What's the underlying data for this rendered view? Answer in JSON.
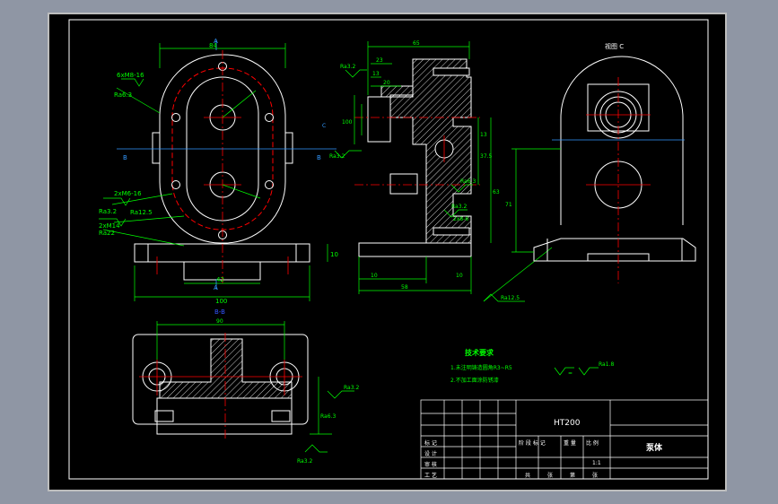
{
  "colors": {
    "background": "#8f96a4",
    "sheet": "#000000",
    "outline": "#ffffff",
    "dimension": "#00ff00",
    "centerline": "#ff0000",
    "hatch": "#ffffff",
    "section_label": "#3355ff",
    "title": "#ffffff"
  },
  "views": {
    "front": {
      "section_top": "A",
      "section_bottom": "A",
      "section_left": "B",
      "section_right": "B",
      "dims": {
        "top": "84",
        "holes": "6xM8-16",
        "roughness": "Ra6.3",
        "rough2": "2xM6-16",
        "rough3": "Ra12.5",
        "rough4": "Ra3.2",
        "rough5": "2xM14",
        "rough6": "Ra22",
        "bottom_inner": "42",
        "bottom_outer": "100",
        "right_height": "10"
      }
    },
    "side": {
      "label_c": "C",
      "dims": {
        "top_width": "65",
        "w23": "23",
        "w13": "13",
        "w20": "20",
        "h100": "100",
        "h13": "13",
        "h37": "37.5",
        "h63": "63",
        "b10a": "10",
        "b10b": "10",
        "b58": "58",
        "r1": "Ra3.2",
        "r2": "Ra3.2",
        "r3": "Ra6.3",
        "r4": "Ra3.2",
        "r5": "Ra12.5",
        "r6": "2x8-6"
      }
    },
    "view_c": {
      "title": "视图 C",
      "height": "71"
    },
    "section_bb": {
      "title": "B-B",
      "width": "90",
      "h1": "Ra3.2",
      "h2": "Ra6.3",
      "h3": "Ra3.2"
    }
  },
  "tech": {
    "heading": "技术要求",
    "line1": "1.未注明铸造圆角R3~R5",
    "line2": "2.不加工面涂防锈漆",
    "roughness_note": "Ra1.8"
  },
  "title_block": {
    "material": "HT200",
    "part_name": "泵体",
    "scale": "1:1",
    "rows": [
      "标 记",
      "设 计",
      "审 核",
      "工 艺"
    ],
    "cols": [
      "阶 段 标 记",
      "重 量",
      "比 例"
    ],
    "footer": [
      "共",
      "张",
      "第",
      "张"
    ]
  }
}
